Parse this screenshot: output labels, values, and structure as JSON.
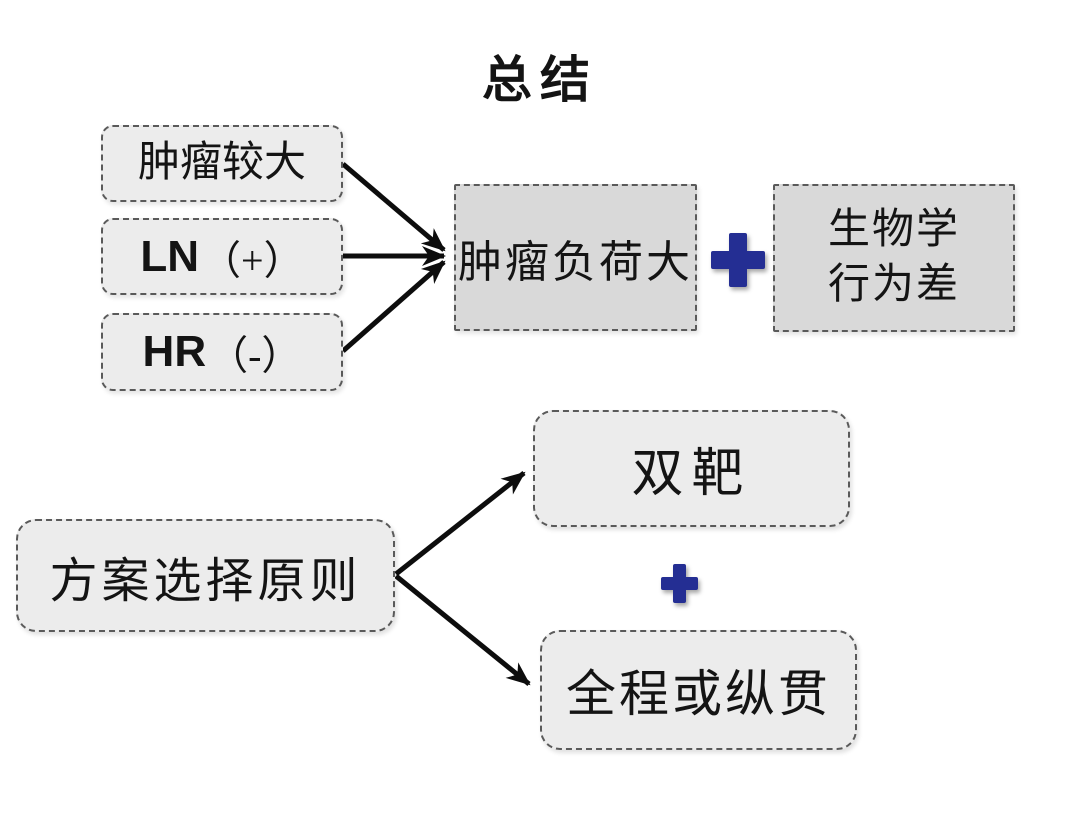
{
  "title": "总结",
  "factors": [
    {
      "main": "肿瘤较大"
    },
    {
      "main": "LN",
      "paren": "（+）"
    },
    {
      "main": "HR",
      "paren": "（-）"
    }
  ],
  "burden": {
    "label": "肿瘤负荷大"
  },
  "biology": {
    "line1": "生物学",
    "line2": "行为差"
  },
  "principle": {
    "label": "方案选择原则"
  },
  "options": [
    {
      "label": "双靶"
    },
    {
      "label": "全程或纵贯"
    }
  ],
  "colors": {
    "plus": "#242e93",
    "factor_fill": "#ececec",
    "mid_fill": "#d9d9d9",
    "border": "#5a5a5a",
    "arrow": "#0d0d0d",
    "text": "#141414",
    "background": "#ffffff"
  }
}
